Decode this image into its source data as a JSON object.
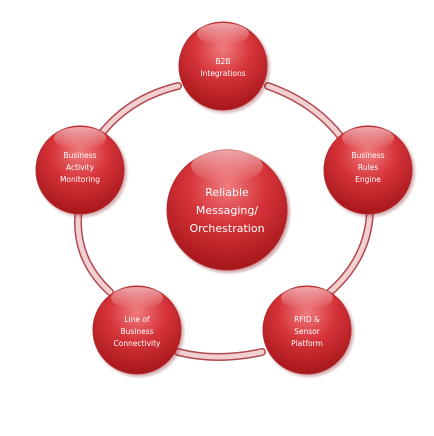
{
  "diagram": {
    "center": {
      "lines": [
        "Reliable",
        "Messaging/",
        "Orchestration"
      ]
    },
    "nodes": [
      {
        "id": "b2b-integrations",
        "lines": [
          "B2B",
          "Integrations"
        ]
      },
      {
        "id": "business-rules-engine",
        "lines": [
          "Business",
          "Rules",
          "Engine"
        ]
      },
      {
        "id": "rfid-sensor-platform",
        "lines": [
          "RFID &",
          "Sensor",
          "Platform"
        ]
      },
      {
        "id": "line-of-business-connectivity",
        "lines": [
          "Line of",
          "Business",
          "Connectivity"
        ]
      },
      {
        "id": "business-activity-monitoring",
        "lines": [
          "Business",
          "Activity",
          "Monitoring"
        ]
      }
    ],
    "colors": {
      "node_fill": "#cc2b30",
      "node_highlight": "#f4a6a6",
      "node_shadow": "#8f1013",
      "ring": "#e9b6b6",
      "ring_edge": "#b04a4f",
      "text": "#ffffff"
    }
  }
}
